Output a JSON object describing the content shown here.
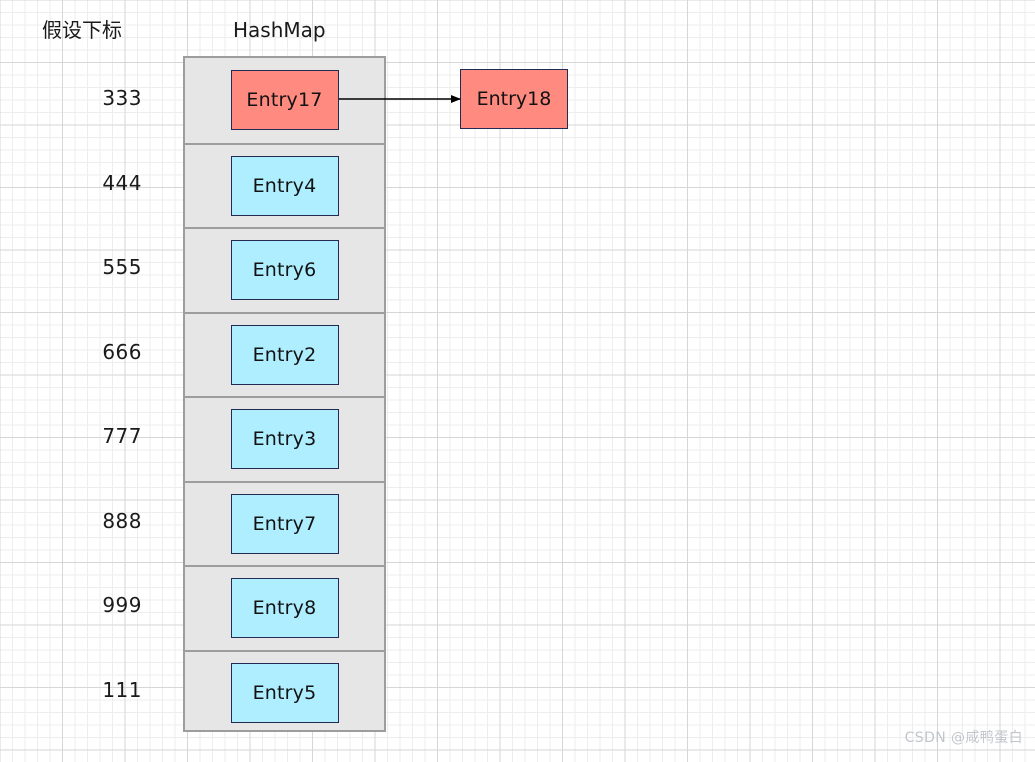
{
  "headings": {
    "index_column": "假设下标",
    "structure": "HashMap"
  },
  "colors": {
    "cyan_entry": "#aeeeff",
    "salmon_entry": "#ff8a80",
    "bucket_fill": "#e6e6e6",
    "bucket_border": "#9d9d9d",
    "entry_border": "#232a54",
    "arrow": "#000000",
    "grid_minor": "#ededed",
    "grid_major": "#d6d6d6",
    "watermark": "#c2c6cc"
  },
  "buckets": [
    {
      "index": "333",
      "entry": "Entry17",
      "color": "salmon"
    },
    {
      "index": "444",
      "entry": "Entry4",
      "color": "cyan"
    },
    {
      "index": "555",
      "entry": "Entry6",
      "color": "cyan"
    },
    {
      "index": "666",
      "entry": "Entry2",
      "color": "cyan"
    },
    {
      "index": "777",
      "entry": "Entry3",
      "color": "cyan"
    },
    {
      "index": "888",
      "entry": "Entry7",
      "color": "cyan"
    },
    {
      "index": "999",
      "entry": "Entry8",
      "color": "cyan"
    },
    {
      "index": "111",
      "entry": "Entry5",
      "color": "cyan"
    }
  ],
  "external_nodes": [
    {
      "label": "Entry18",
      "color": "salmon"
    }
  ],
  "links": [
    {
      "from": "Entry17",
      "to": "Entry18",
      "style": "solid-arrow"
    }
  ],
  "watermark": "CSDN @咸鸭蛋白"
}
